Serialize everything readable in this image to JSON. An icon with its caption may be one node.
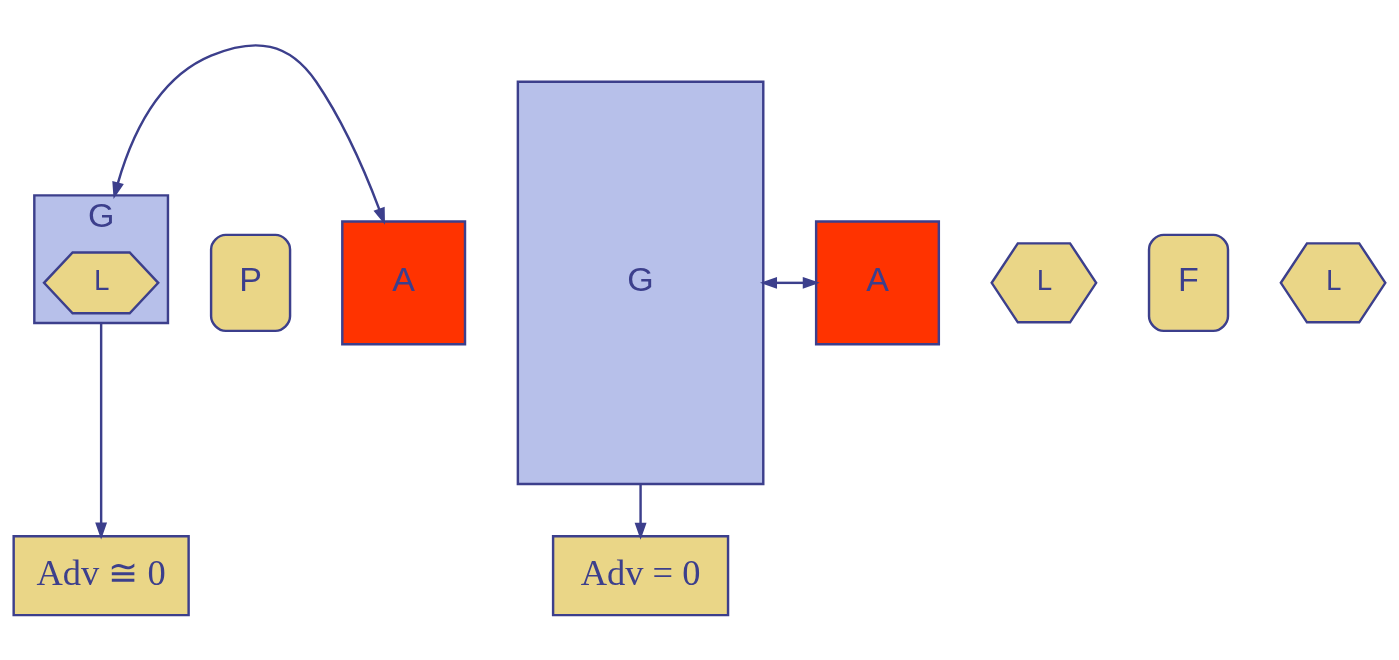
{
  "diagram": {
    "nodes": [
      {
        "text": [
          "G"
        ]
      },
      {
        "text": [
          "P"
        ]
      },
      {
        "text": [
          "L"
        ],
        "in": 0
      },
      {
        "text": [
          "A"
        ]
      },
      {
        "text": [
          "Adv ≅ 0"
        ]
      },
      {
        "text": [
          "G"
        ]
      },
      {
        "text": [
          "L"
        ]
      },
      {
        "text": [
          "F"
        ]
      },
      {
        "text": [
          "L"
        ]
      },
      {
        "text": [
          "A"
        ]
      },
      {
        "text": [
          "Adv = 0"
        ]
      }
    ],
    "edges": [
      {
        "from": 0,
        "to": 3,
        "arrow": "both"
      },
      {
        "from": 0,
        "to": 4,
        "arrow": "to"
      },
      {
        "from": 5,
        "to": 9,
        "arrow": "both"
      },
      {
        "from": 5,
        "to": 10,
        "arrow": "to"
      }
    ]
  }
}
